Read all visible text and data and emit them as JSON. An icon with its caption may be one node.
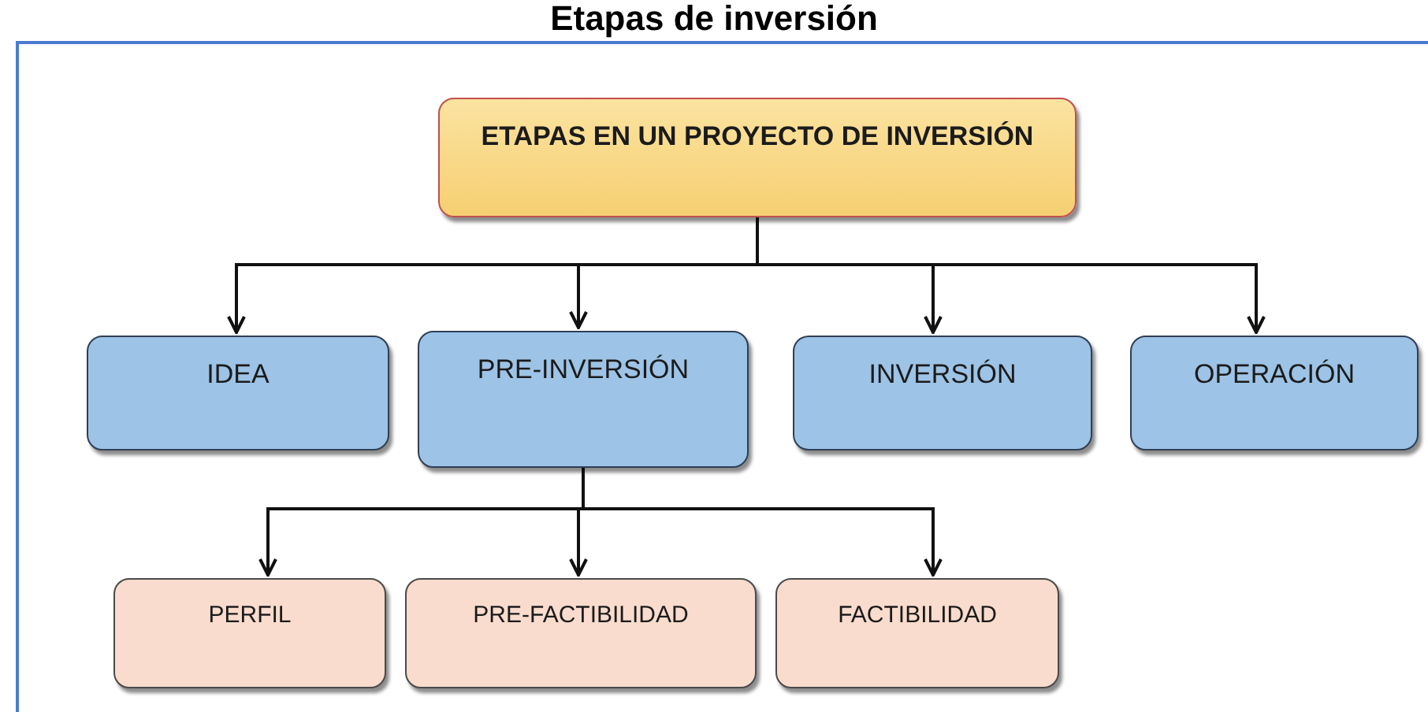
{
  "diagram": {
    "title": "Etapas de inversión",
    "nodes": [
      {
        "text": [
          "ETAPAS EN UN PROYECTO DE INVERSIÓN"
        ]
      },
      {
        "text": [
          "IDEA"
        ]
      },
      {
        "text": [
          "PRE-INVERSIÓN"
        ]
      },
      {
        "text": [
          "INVERSIÓN"
        ]
      },
      {
        "text": [
          "OPERACIÓN"
        ]
      },
      {
        "text": [
          "PERFIL"
        ]
      },
      {
        "text": [
          "PRE-FACTIBILIDAD"
        ]
      },
      {
        "text": [
          "FACTIBILIDAD"
        ]
      }
    ],
    "edges": [
      {
        "from": 0,
        "to": 1,
        "arrow": "to"
      },
      {
        "from": 0,
        "to": 2,
        "arrow": "to"
      },
      {
        "from": 0,
        "to": 3,
        "arrow": "to"
      },
      {
        "from": 0,
        "to": 4,
        "arrow": "to"
      },
      {
        "from": 2,
        "to": 5,
        "arrow": "to"
      },
      {
        "from": 2,
        "to": 6,
        "arrow": "to"
      },
      {
        "from": 2,
        "to": 7,
        "arrow": "to"
      }
    ]
  }
}
